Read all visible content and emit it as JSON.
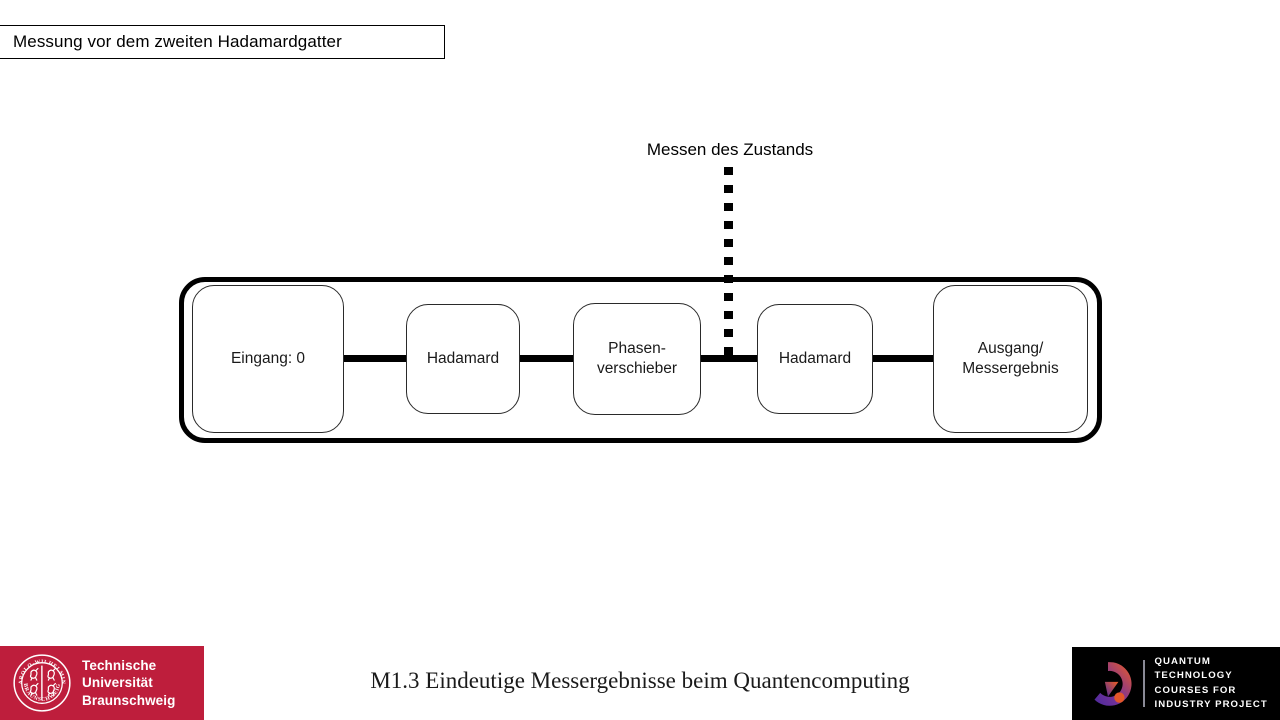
{
  "slide": {
    "title_box": {
      "text": "Messung vor dem zweiten Hadamardgatter"
    },
    "annotation": {
      "measure_label": "Messen des Zustands"
    },
    "circuit": {
      "gates": [
        {
          "id": "input",
          "label": "Eingang: 0"
        },
        {
          "id": "h1",
          "label": "Hadamard"
        },
        {
          "id": "phase",
          "label": "Phasen-\nverschieber"
        },
        {
          "id": "h2",
          "label": "Hadamard"
        },
        {
          "id": "output",
          "label": "Ausgang/\nMessergebnis"
        }
      ]
    },
    "caption": "M1.3 Eindeutige Messergebnisse beim Quantencomputing"
  },
  "logos": {
    "tu_braunschweig": {
      "seal_top_text": "CAROLO-WILHELMINA",
      "seal_bottom_text": "BRAUNSCHWEIG",
      "wordmark_lines": [
        "Technische",
        "Universität",
        "Braunschweig"
      ],
      "brand_color": "#be1e3c"
    },
    "qtc": {
      "wordmark_lines": [
        "QUANTUM",
        "TECHNOLOGY",
        "COURSES FOR",
        "INDUSTRY PROJECT"
      ],
      "background_color": "#000000",
      "gradient_from": "#5b2d9b",
      "gradient_to": "#e2562a"
    }
  }
}
